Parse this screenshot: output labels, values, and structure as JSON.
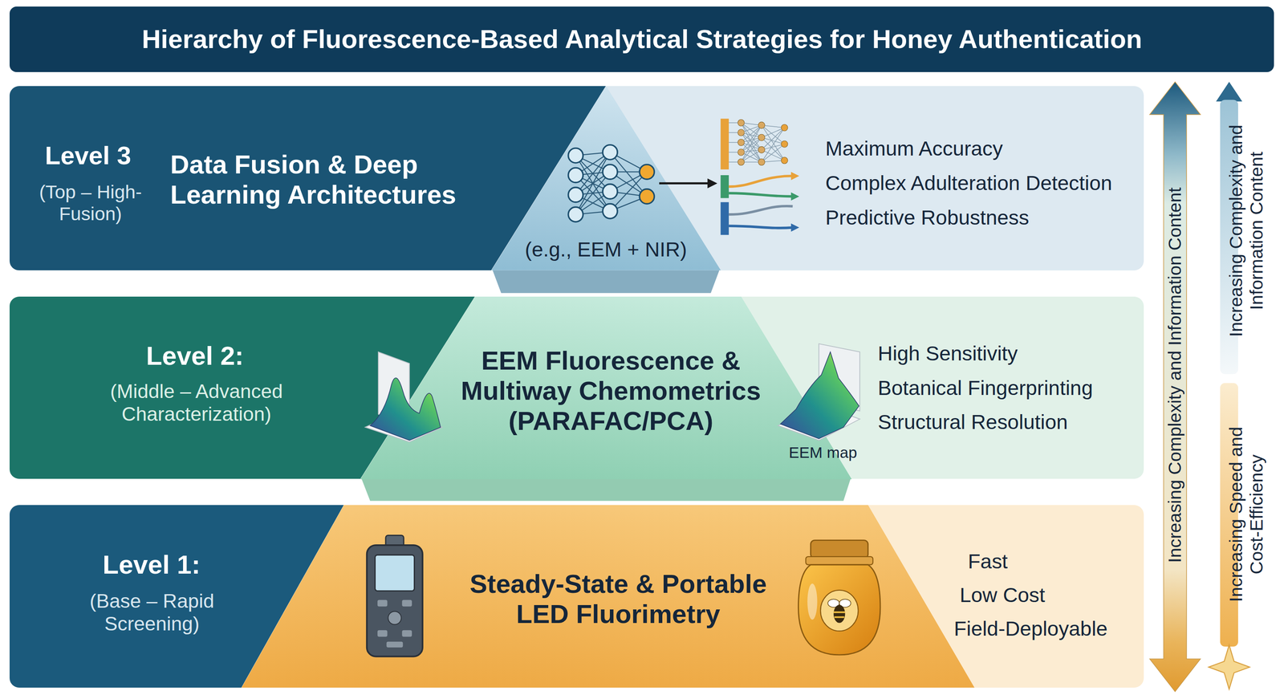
{
  "diagram": {
    "title": "Hierarchy of Fluorescence-Based Analytical Strategies for Honey Authentication",
    "nodes": [
      {
        "text": [
          "Level 3",
          "(Top – High-Fusion)",
          "Data Fusion & Deep Learning Architectures",
          "Maximum Accuracy",
          "Complex Adulteration Detection",
          "Predictive Robustness"
        ]
      },
      {
        "text": [
          "(e.g., EEM + NIR)"
        ],
        "in": 0
      },
      {
        "text": [
          "Level 2:",
          "(Middle – Advanced Characterization)",
          "High Sensitivity",
          "Botanical Fingerprinting",
          "Structural Resolution"
        ]
      },
      {
        "text": [
          "EEM Fluorescence & Multiway Chemometrics (PARAFAC/PCA)"
        ],
        "in": 2
      },
      {
        "text": [
          "Level 1:",
          "(Base – Rapid Screening)",
          "Fast",
          "Low Cost",
          "Field-Deployable"
        ]
      },
      {
        "text": [
          "Steady-State & Portable LED Fluorimetry"
        ],
        "in": 4
      }
    ],
    "labels": [
      "EEM map",
      "Increasing Complexity and Information Content",
      "Increasing Complexity and Information Content",
      "Increasing Speed and Cost-Efficiency"
    ]
  }
}
